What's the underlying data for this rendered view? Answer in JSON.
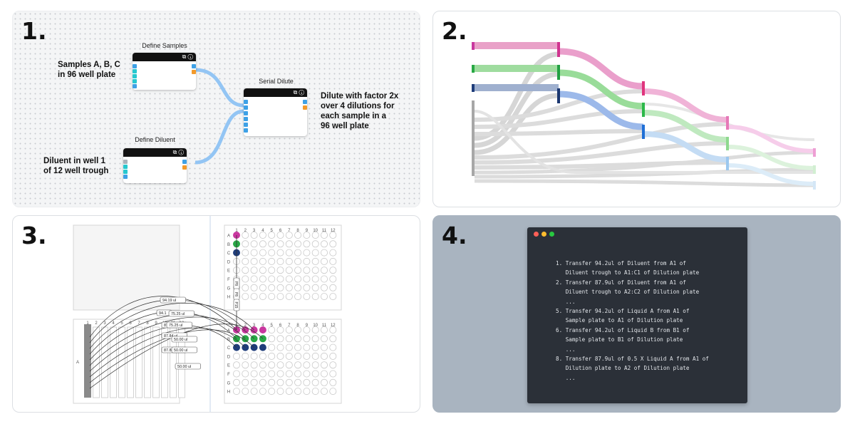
{
  "panels": {
    "p1": {
      "number": "1.",
      "nodes": {
        "define_samples": "Define Samples",
        "serial_dilute": "Serial Dilute",
        "define_diluent": "Define Diluent"
      },
      "annotations": {
        "samples": [
          "Samples A, B, C",
          "in 96 well plate"
        ],
        "diluent": [
          "Diluent in well 1",
          "of 12 well trough"
        ],
        "dilute": [
          "Dilute with factor 2x",
          "over 4 dilutions for",
          "each sample in a",
          "96 well plate"
        ]
      }
    },
    "p2": {
      "number": "2."
    },
    "p3": {
      "number": "3.",
      "columns": [
        "1",
        "2",
        "3",
        "4",
        "5",
        "6",
        "7",
        "8",
        "9",
        "10",
        "11",
        "12"
      ],
      "rows": [
        "A",
        "B",
        "C",
        "D",
        "E",
        "F",
        "G",
        "H"
      ],
      "trough_columns": [
        "1",
        "2",
        "3",
        "4",
        "5",
        "6",
        "7",
        "8",
        "9",
        "10",
        "11",
        "12"
      ],
      "trough_row": "A",
      "volume_labels": [
        "94.19 ul",
        "94.1",
        "75.25 ul",
        "87.88 ul",
        "75.25 ul",
        "87.84 ul",
        "50.00 ul",
        "87.88 ul",
        "50.00 ul",
        "50.00 ul"
      ],
      "transfer_labels": [
        "P8",
        "P8",
        "P15"
      ]
    },
    "p4": {
      "number": "4.",
      "window_dots": {
        "red": "#ff5f57",
        "yellow": "#febc2e",
        "green": "#28c840"
      },
      "code_lines": [
        "1. Transfer 94.2ul of Diluent from A1 of",
        "   Diluent trough to A1:C1 of Dilution plate",
        "2. Transfer 87.9ul of Diluent from A1 of",
        "   Diluent trough to A2:C2 of Dilution plate",
        "   ...",
        "5. Transfer 94.2ul of Liquid A from A1 of",
        "   Sample plate to A1 of Dilution plate",
        "6. Transfer 94.2ul of Liquid B from B1 of",
        "   Sample plate to B1 of Dilution plate",
        "   ...",
        "8. Transfer 87.9ul of 0.5 X Liquid A from A1 of",
        "   Dilution plate to A2 of Dilution plate",
        "   ..."
      ]
    }
  },
  "colors": {
    "wire_blue": "#93c5f4",
    "port_blue": "#3ea1e6",
    "port_cyan": "#26c8cf",
    "port_orange": "#f39a2a",
    "sample_pink": "#c9379f",
    "sample_green": "#28a845",
    "sample_navy": "#1f3d7a",
    "flow_gray": "#cfcfcf"
  }
}
